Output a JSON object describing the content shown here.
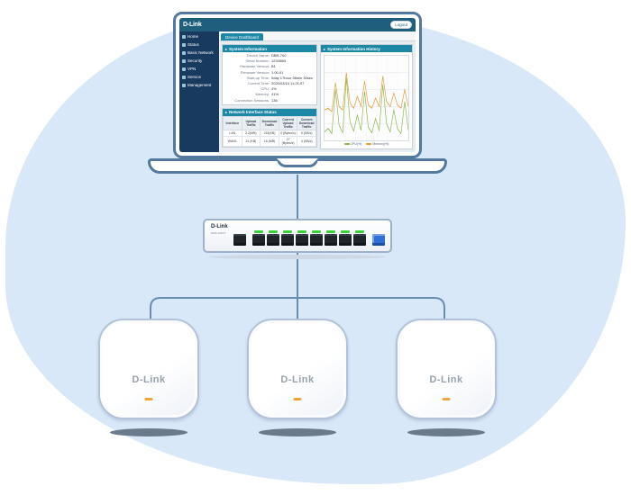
{
  "diagram": {
    "blob_color": "#d8e8f8",
    "connector_color": "#6a8db4"
  },
  "laptop": {
    "ui": {
      "brand": "D-Link",
      "logout_label": "Logout",
      "sidebar_items": [
        {
          "label": "Home"
        },
        {
          "label": "Status"
        },
        {
          "label": "Basic Network"
        },
        {
          "label": "Security"
        },
        {
          "label": "VPN"
        },
        {
          "label": "Service"
        },
        {
          "label": "Management"
        }
      ],
      "tab_label": "Device Dashboard",
      "system_information": {
        "title": "System Information",
        "rows": [
          {
            "label": "Device Name:",
            "value": "DBR-700"
          },
          {
            "label": "Serial Number:",
            "value": "123456B"
          },
          {
            "label": "Hardware Version:",
            "value": "B1"
          },
          {
            "label": "Firmware Version:",
            "value": "1.00.01"
          },
          {
            "label": "Start-up Time:",
            "value": "0day 17hour 38min 30sec"
          },
          {
            "label": "Current Time:",
            "value": "2020/03/10 11:21:07"
          },
          {
            "label": "CPU:",
            "value": "4%"
          },
          {
            "label": "Memory:",
            "value": "41%"
          },
          {
            "label": "Connection Sessions:",
            "value": "136"
          }
        ]
      },
      "history_panel": {
        "title": "System Information History"
      },
      "network_interface_status": {
        "title": "Network Interface Status",
        "columns": [
          "Interface",
          "Upload Traffic",
          "Download Traffic",
          "Current Upload Traffic",
          "Current Download Traffic"
        ],
        "rows": [
          [
            "LAN",
            "2.2(MB)",
            "215(KB)",
            "0 (Bytes/s)",
            "0 (KB/s)"
          ],
          [
            "WAN1",
            "21 (KB)",
            "16 (MB)",
            "27 (Bytes/s)",
            "4 (KB/s)"
          ]
        ]
      }
    }
  },
  "chart_data": {
    "type": "line",
    "title": "System Information History",
    "xlabel": "",
    "ylabel": "",
    "ylim": [
      0,
      100
    ],
    "grid": true,
    "legend_position": "bottom",
    "series": [
      {
        "name": "CPU(%)",
        "color": "#8ab84e",
        "values": [
          10,
          14,
          8,
          60,
          18,
          9,
          74,
          22,
          11,
          30,
          12,
          58,
          16,
          9,
          26,
          12,
          66,
          20,
          10,
          36,
          14,
          8,
          46,
          12
        ]
      },
      {
        "name": "Memory(%)",
        "color": "#e59a3c",
        "values": [
          36,
          38,
          34,
          68,
          40,
          36,
          80,
          44,
          38,
          52,
          40,
          70,
          42,
          38,
          50,
          40,
          76,
          46,
          40,
          56,
          42,
          38,
          60,
          40
        ]
      }
    ]
  },
  "network_switch": {
    "brand": "D-Link",
    "model": "DMS-106XT",
    "ports": [
      {
        "type": "mgmt",
        "led": "none"
      },
      {
        "type": "rj45",
        "led": "green"
      },
      {
        "type": "rj45",
        "led": "green"
      },
      {
        "type": "rj45",
        "led": "green"
      },
      {
        "type": "rj45",
        "led": "green"
      },
      {
        "type": "rj45",
        "led": "green"
      },
      {
        "type": "rj45",
        "led": "green"
      },
      {
        "type": "rj45",
        "led": "green"
      },
      {
        "type": "rj45",
        "led": "green"
      },
      {
        "type": "sfp",
        "led": "none"
      }
    ]
  },
  "access_points": [
    {
      "brand": "D-Link"
    },
    {
      "brand": "D-Link"
    },
    {
      "brand": "D-Link"
    }
  ]
}
